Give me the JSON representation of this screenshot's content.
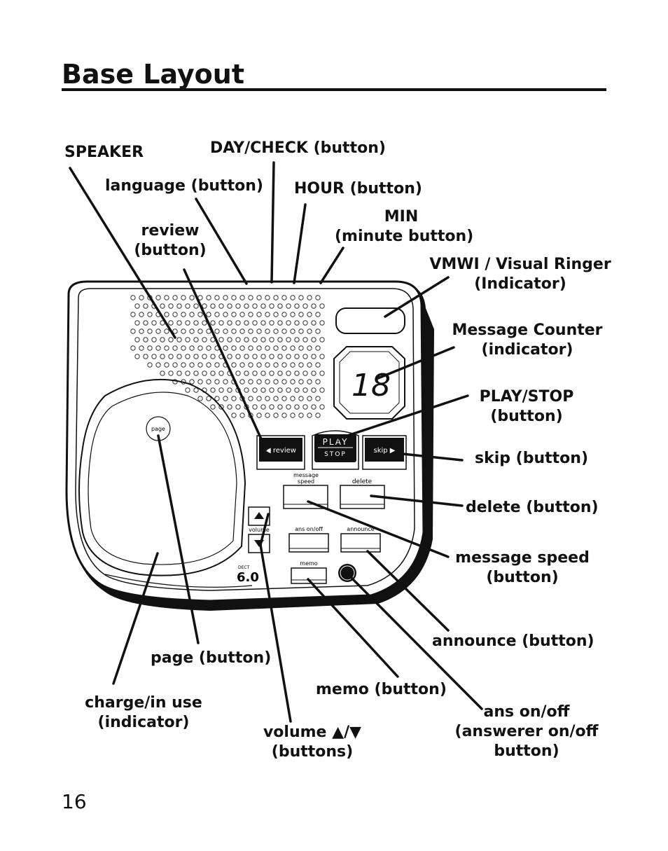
{
  "header": {
    "title": "Base Layout"
  },
  "footer": {
    "page_number": "16"
  },
  "device": {
    "digits": "18",
    "play_top": "PLAY",
    "play_bottom": "STOP",
    "review_key": "review",
    "skip_key": "skip",
    "message_speed_key": "message speed",
    "delete_key": "delete",
    "volume_key": "volume",
    "ans_key": "ans on/off",
    "announce_key": "announce",
    "memo_key": "memo",
    "page_key": "page",
    "dect_small": "DECT",
    "dect_big": "6.0"
  },
  "callouts": {
    "speaker": "SPEAKER",
    "day_check": "DAY/CHECK (button)",
    "language": "language (button)",
    "hour": "HOUR (button)",
    "review_1": "review",
    "review_2": "(button)",
    "min_1": "MIN",
    "min_2": "(minute button)",
    "vmwi_1": "VMWI / Visual Ringer",
    "vmwi_2": "(Indicator)",
    "counter_1": "Message Counter",
    "counter_2": "(indicator)",
    "playstop_1": "PLAY/STOP",
    "playstop_2": "(button)",
    "skip": "skip (button)",
    "delete": "delete (button)",
    "speed_1": "message speed",
    "speed_2": "(button)",
    "announce": "announce (button)",
    "page": "page (button)",
    "memo": "memo (button)",
    "charge_1": "charge/in use",
    "charge_2": "(indicator)",
    "volume_1": "volume",
    "volume_2": "/",
    "volume_3": "(buttons)",
    "ans_1": "ans on/off",
    "ans_2": "(answerer on/off",
    "ans_3": "button)"
  }
}
